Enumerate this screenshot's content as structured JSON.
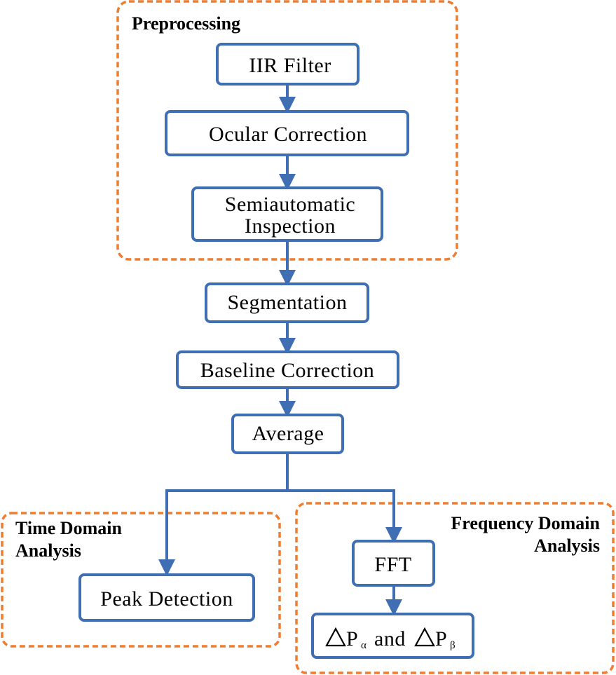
{
  "groups": {
    "preprocessing": "Preprocessing",
    "time_domain": [
      "Time Domain",
      "Analysis"
    ],
    "frequency_domain": [
      "Frequency Domain",
      "Analysis"
    ]
  },
  "nodes": {
    "iir_filter": "IIR Filter",
    "ocular_correction": "Ocular Correction",
    "semiautomatic_inspection": [
      "Semiautomatic",
      "Inspection"
    ],
    "segmentation": "Segmentation",
    "baseline_correction": "Baseline Correction",
    "average": "Average",
    "peak_detection": "Peak Detection",
    "fft": "FFT",
    "delta_power": {
      "symbol_p": "P",
      "alpha": "α",
      "and": "and",
      "beta": "β"
    }
  },
  "colors": {
    "node_border": "#3F6EB3",
    "group_border": "#EE7D31"
  }
}
